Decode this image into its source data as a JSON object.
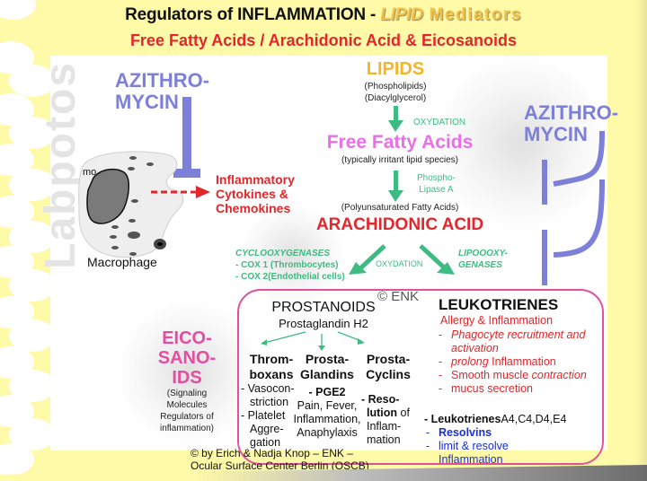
{
  "title": {
    "line1_prefix": "Regulators of INFLAMMATION  - ",
    "line1_lipid": "LIPID",
    "line1_mediators": " Mediators",
    "line2": "Free Fatty Acids / Arachidonic Acid & Eicosanoids"
  },
  "watermark": {
    "vertical": "Labpotos",
    "center": "© ENK"
  },
  "left": {
    "azithromycin_line1": "AZITHRO-",
    "azithromycin_line2": "MYCIN",
    "cell_label": "mo",
    "macrophage_label": "Macrophage",
    "cytokines_line1": "Inflammatory",
    "cytokines_line2": "Cytokines &",
    "cytokines_line3": "Chemokines"
  },
  "right": {
    "azithromycin_line1": "AZITHRO-",
    "azithromycin_line2": "MYCIN"
  },
  "pathway": {
    "lipids": "LIPIDS",
    "lipids_sub1": "(Phospholipids)",
    "lipids_sub2": "(Diacylglycerol)",
    "step1": "OXYDATION",
    "ffa": "Free Fatty Acids",
    "ffa_sub": "(typically irritant lipid species)",
    "step2_line1": "Phospho-",
    "step2_line2": "Lipase A",
    "aa_sub": "(Polyunsaturated Fatty Acids)",
    "aa": "ARACHIDONIC ACID",
    "cox_title": "CYCLOOXYGENASES",
    "cox1": "- COX 1 (Thrombocytes)",
    "cox2": "- COX 2(Endothelial cells)",
    "split_step": "OXYDATION",
    "lox_line1": "LIPOOOXY-",
    "lox_line2": "GENASES"
  },
  "eicosanoids": {
    "line1": "EICO-",
    "line2": "SANO-",
    "line3": "IDS",
    "sub1": "(Signaling",
    "sub2": "Molecules",
    "sub3": "Regulators of",
    "sub4": "inflammation)"
  },
  "prostanoids": {
    "title": "PROSTANOIDS",
    "subtitle": "Prostaglandin H2",
    "thromboxans": {
      "h1": "Throm-",
      "h2": "boxans",
      "items": [
        "- Vasocon-",
        "striction",
        "- Platelet",
        "Aggre-",
        "gation"
      ]
    },
    "glandins": {
      "h1": "Prosta-",
      "h2": "Glandins",
      "pge2": "- PGE2",
      "red1": "Pain, Fever,",
      "red2": "Inflammation,",
      "black": "Anaphylaxis"
    },
    "cyclins": {
      "h1": "Prosta-",
      "h2": "Cyclins",
      "b1": "- Reso-",
      "b2": "lution",
      "b2b": " of",
      "b3": "Inflam-",
      "b4": "mation"
    }
  },
  "leukotrienes": {
    "title": "LEUKOTRIENES",
    "subtitle": "Allergy & Inflammation",
    "items": [
      {
        "italic": "Phagocyte recruitment and activation",
        "normal": ""
      },
      {
        "italic": "prolong",
        "normal": " Inflammation"
      },
      {
        "italic": "",
        "normal": "Smooth muscle ",
        "italic2": "contraction"
      },
      {
        "italic": "",
        "normal": "mucus secretion"
      }
    ],
    "lt_bold": "- Leukotrienes",
    "lt_types": "A4,C4,D4,E4",
    "resolvins": "Resolvins",
    "resolve_line1": "limit & resolve",
    "resolve_line2": "Inflammation"
  },
  "credit": {
    "line1": "© by Erich & Nadja Knop – ENK –",
    "line2": "Ocular Surface Center Berlin (OSCB)"
  },
  "colors": {
    "background": "#fffaa8",
    "azithromycin": "#7d80d9",
    "red": "#e3262b",
    "green": "#3dbb82",
    "pink": "#e64ca0",
    "blue": "#1a2fd6",
    "lipids": "#f5b52a"
  }
}
